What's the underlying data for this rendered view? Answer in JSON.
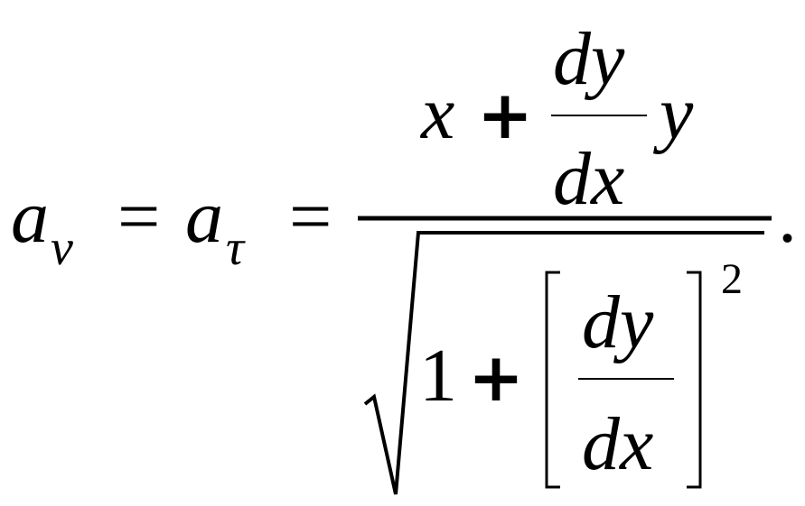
{
  "formula": {
    "lhs": {
      "a1": "a",
      "sub1": "ν",
      "eq1": "=",
      "a2": "a",
      "sub2": "τ",
      "eq2": "="
    },
    "numerator": {
      "x": "x",
      "plus": "+",
      "frac_top": "dy",
      "frac_bottom": "dx",
      "y": "y"
    },
    "denominator": {
      "one": "1",
      "plus": "+",
      "bracket_left": "[",
      "frac_top": "dy",
      "frac_bottom": "dx",
      "bracket_right": "]",
      "exponent": "2"
    },
    "period": "."
  }
}
